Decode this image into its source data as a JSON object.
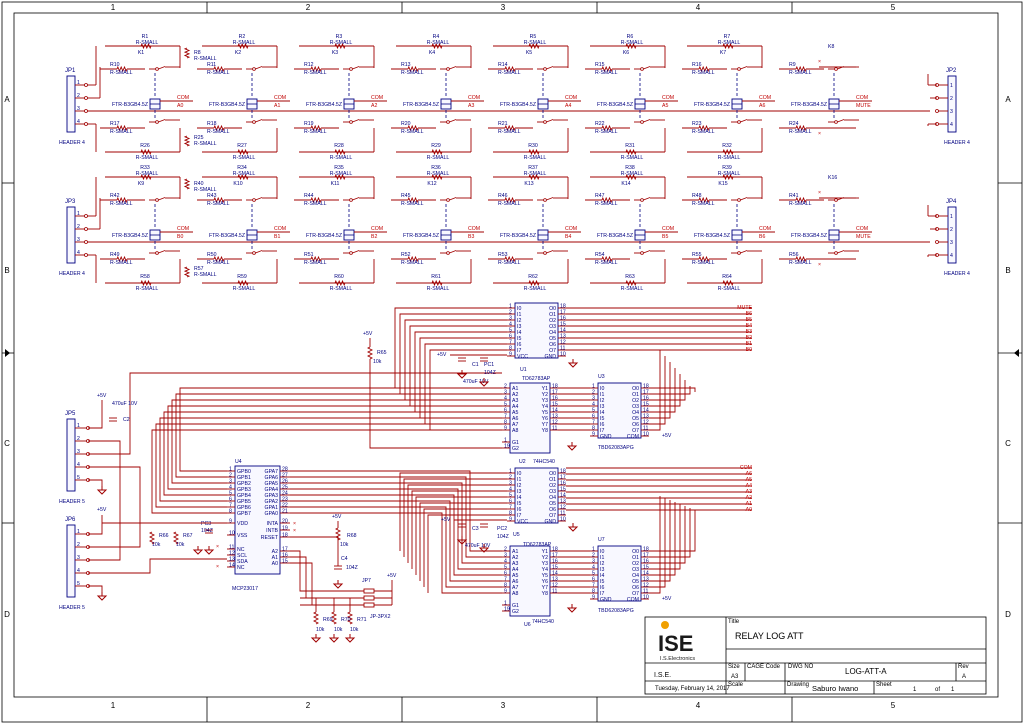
{
  "frame": {
    "col_labels": [
      "1",
      "2",
      "3",
      "4",
      "5"
    ],
    "row_labels": [
      "A",
      "B",
      "C",
      "D"
    ]
  },
  "relay_banks": [
    {
      "left_header": {
        "ref": "JP1",
        "name": "HEADER 4",
        "pins": [
          "1",
          "2",
          "3",
          "4"
        ]
      },
      "right_header": {
        "ref": "JP2",
        "name": "HEADER 4",
        "pins": [
          "1",
          "2",
          "3",
          "4"
        ]
      },
      "relay_part": "FTR-B3GB4.5Z",
      "resistor_value": "R-SMALL",
      "com_label": "COM",
      "cells": [
        {
          "relay": "K1",
          "top": "R1",
          "r1": "R10",
          "r2": "R17",
          "bottom": "R26",
          "side_top": "R8",
          "side_bottom": "R25",
          "net": "A0"
        },
        {
          "relay": "K2",
          "top": "R2",
          "r1": "R11",
          "r2": "R18",
          "bottom": "R27",
          "side_top": "",
          "side_bottom": "",
          "net": "A1"
        },
        {
          "relay": "K3",
          "top": "R3",
          "r1": "R12",
          "r2": "R19",
          "bottom": "R28",
          "side_top": "",
          "side_bottom": "",
          "net": "A2"
        },
        {
          "relay": "K4",
          "top": "R4",
          "r1": "R13",
          "r2": "R20",
          "bottom": "R29",
          "side_top": "",
          "side_bottom": "",
          "net": "A3"
        },
        {
          "relay": "K5",
          "top": "R5",
          "r1": "R14",
          "r2": "R21",
          "bottom": "R30",
          "side_top": "",
          "side_bottom": "",
          "net": "A4"
        },
        {
          "relay": "K6",
          "top": "R6",
          "r1": "R15",
          "r2": "R22",
          "bottom": "R31",
          "side_top": "",
          "side_bottom": "",
          "net": "A5"
        },
        {
          "relay": "K7",
          "top": "R7",
          "r1": "R16",
          "r2": "R23",
          "bottom": "R32",
          "side_top": "",
          "side_bottom": "",
          "net": "A6"
        },
        {
          "relay": "K8",
          "top": "",
          "r1": "R9",
          "r2": "R24",
          "bottom": "",
          "side_top": "",
          "side_bottom": "",
          "net": "MUTE"
        }
      ]
    },
    {
      "left_header": {
        "ref": "JP3",
        "name": "HEADER 4",
        "pins": [
          "1",
          "2",
          "3",
          "4"
        ]
      },
      "right_header": {
        "ref": "JP4",
        "name": "HEADER 4",
        "pins": [
          "1",
          "2",
          "3",
          "4"
        ]
      },
      "relay_part": "FTR-B3GB4.5Z",
      "resistor_value": "R-SMALL",
      "com_label": "COM",
      "cells": [
        {
          "relay": "K9",
          "top": "R33",
          "r1": "R42",
          "r2": "R49",
          "bottom": "R58",
          "side_top": "R40",
          "side_bottom": "R57",
          "net": "B0"
        },
        {
          "relay": "K10",
          "top": "R34",
          "r1": "R43",
          "r2": "R50",
          "bottom": "R59",
          "side_top": "",
          "side_bottom": "",
          "net": "B1"
        },
        {
          "relay": "K11",
          "top": "R35",
          "r1": "R44",
          "r2": "R51",
          "bottom": "R60",
          "side_top": "",
          "side_bottom": "",
          "net": "B2"
        },
        {
          "relay": "K12",
          "top": "R36",
          "r1": "R45",
          "r2": "R52",
          "bottom": "R61",
          "side_top": "",
          "side_bottom": "",
          "net": "B3"
        },
        {
          "relay": "K13",
          "top": "R37",
          "r1": "R46",
          "r2": "R53",
          "bottom": "R62",
          "side_top": "",
          "side_bottom": "",
          "net": "B4"
        },
        {
          "relay": "K14",
          "top": "R38",
          "r1": "R47",
          "r2": "R54",
          "bottom": "R63",
          "side_top": "",
          "side_bottom": "",
          "net": "B5"
        },
        {
          "relay": "K15",
          "top": "R39",
          "r1": "R48",
          "r2": "R55",
          "bottom": "R64",
          "side_top": "",
          "side_bottom": "",
          "net": "B6"
        },
        {
          "relay": "K16",
          "top": "",
          "r1": "R41",
          "r2": "R56",
          "bottom": "",
          "side_top": "",
          "side_bottom": "",
          "net": "MUTE"
        }
      ]
    }
  ],
  "outputs_b": [
    "MUTE",
    "B6",
    "B5",
    "B4",
    "B3",
    "B2",
    "B1",
    "B0"
  ],
  "outputs_a": [
    "COM",
    "A6",
    "A5",
    "A4",
    "A3",
    "A2",
    "A1",
    "A0"
  ],
  "u1": {
    "ref": "U1",
    "part": "TD62783AP",
    "left_pins": [
      "I0",
      "I1",
      "I2",
      "I3",
      "I4",
      "I5",
      "I6",
      "I7",
      "VCC"
    ],
    "right_pins": [
      "O0",
      "O1",
      "O2",
      "O3",
      "O4",
      "O5",
      "O6",
      "O7",
      "GND"
    ],
    "left_nums": [
      "1",
      "2",
      "3",
      "4",
      "5",
      "6",
      "7",
      "8",
      "9"
    ],
    "right_nums": [
      "18",
      "17",
      "16",
      "15",
      "14",
      "13",
      "12",
      "11",
      "10"
    ]
  },
  "u5": {
    "ref": "U5",
    "part": "TD62783AP",
    "left_pins": [
      "I0",
      "I1",
      "I2",
      "I3",
      "I4",
      "I5",
      "I6",
      "I7",
      "VCC"
    ],
    "right_pins": [
      "O0",
      "O1",
      "O2",
      "O3",
      "O4",
      "O5",
      "O6",
      "O7",
      "GND"
    ],
    "left_nums": [
      "1",
      "2",
      "3",
      "4",
      "5",
      "6",
      "7",
      "8",
      "9"
    ],
    "right_nums": [
      "18",
      "17",
      "16",
      "15",
      "14",
      "13",
      "12",
      "11",
      "10"
    ]
  },
  "u2": {
    "ref": "U2",
    "part": "74HC540",
    "left_pins": [
      "A1",
      "A2",
      "A3",
      "A4",
      "A5",
      "A6",
      "A7",
      "A8",
      "",
      "G1",
      "G2"
    ],
    "right_pins": [
      "Y1",
      "Y2",
      "Y3",
      "Y4",
      "Y5",
      "Y6",
      "Y7",
      "Y8"
    ],
    "left_nums": [
      "2",
      "3",
      "4",
      "5",
      "6",
      "7",
      "8",
      "9",
      "",
      "1",
      "19"
    ],
    "right_nums": [
      "18",
      "17",
      "16",
      "15",
      "14",
      "13",
      "12",
      "11"
    ]
  },
  "u6": {
    "ref": "U6",
    "part": "74HC540",
    "left_pins": [
      "A1",
      "A2",
      "A3",
      "A4",
      "A5",
      "A6",
      "A7",
      "A8",
      "",
      "G1",
      "G2"
    ],
    "right_pins": [
      "Y1",
      "Y2",
      "Y3",
      "Y4",
      "Y5",
      "Y6",
      "Y7",
      "Y8"
    ],
    "left_nums": [
      "2",
      "3",
      "4",
      "5",
      "6",
      "7",
      "8",
      "9",
      "",
      "1",
      "19"
    ],
    "right_nums": [
      "18",
      "17",
      "16",
      "15",
      "14",
      "13",
      "12",
      "11"
    ]
  },
  "u3": {
    "ref": "U3",
    "part": "TBD62083APG",
    "left_pins": [
      "I0",
      "I1",
      "I2",
      "I3",
      "I4",
      "I5",
      "I6",
      "I7",
      "GND"
    ],
    "right_pins": [
      "O0",
      "O1",
      "O2",
      "O3",
      "O4",
      "O5",
      "O6",
      "O7",
      "COM"
    ],
    "left_nums": [
      "1",
      "2",
      "3",
      "4",
      "5",
      "6",
      "7",
      "8",
      "9"
    ],
    "right_nums": [
      "18",
      "17",
      "16",
      "15",
      "14",
      "13",
      "12",
      "11",
      "10"
    ]
  },
  "u7": {
    "ref": "U7",
    "part": "TBD62083APG",
    "left_pins": [
      "I0",
      "I1",
      "I2",
      "I3",
      "I4",
      "I5",
      "I6",
      "I7",
      "GND"
    ],
    "right_pins": [
      "O0",
      "O1",
      "O2",
      "O3",
      "O4",
      "O5",
      "O6",
      "O7",
      "COM"
    ],
    "left_nums": [
      "1",
      "2",
      "3",
      "4",
      "5",
      "6",
      "7",
      "8",
      "9"
    ],
    "right_nums": [
      "18",
      "17",
      "16",
      "15",
      "14",
      "13",
      "12",
      "11",
      "10"
    ]
  },
  "u4": {
    "ref": "U4",
    "part": "MCP23017",
    "gpb": [
      "GPB0",
      "GPB1",
      "GPB2",
      "GPB3",
      "GPB4",
      "GPB5",
      "GPB6",
      "GPB7"
    ],
    "gpb_nums": [
      "1",
      "2",
      "3",
      "4",
      "5",
      "6",
      "7",
      "8"
    ],
    "gpa": [
      "GPA7",
      "GPA6",
      "GPA5",
      "GPA4",
      "GPA3",
      "GPA2",
      "GPA1",
      "GPA0"
    ],
    "gpa_nums": [
      "28",
      "27",
      "26",
      "25",
      "24",
      "23",
      "22",
      "21"
    ],
    "left_ctrl": [
      "VDD",
      "VSS",
      "NC",
      "SCL",
      "SDA",
      "NC"
    ],
    "left_ctrl_nums": [
      "9",
      "10",
      "11",
      "12",
      "13",
      "14"
    ],
    "right_ctrl": [
      "INTA",
      "INTB",
      "RESET",
      "A2",
      "A1",
      "A0"
    ],
    "right_ctrl_nums": [
      "20",
      "19",
      "18",
      "17",
      "16",
      "15"
    ]
  },
  "jp5": {
    "ref": "JP5",
    "name": "HEADER 5",
    "pins": [
      "1",
      "2",
      "3",
      "4",
      "5"
    ]
  },
  "jp6": {
    "ref": "JP6",
    "name": "HEADER 5",
    "pins": [
      "1",
      "2",
      "3",
      "4",
      "5"
    ]
  },
  "jp7": {
    "ref": "JP7",
    "name": "JP-3PX2"
  },
  "passives": {
    "r65": "R65",
    "r65v": "10k",
    "p5v": "+5V",
    "c1": "C1",
    "c1v": "470uF 10V",
    "pc1": "PC1",
    "pc1v": "104Z",
    "c2": "C2",
    "c2v": "470uF 10V",
    "c3": "C3",
    "c3v": "470uF 10V",
    "pc2": "PC2",
    "pc2v": "104Z",
    "pc3": "PC3",
    "pc3v": "104Z",
    "r66": "R66",
    "r66v": "10k",
    "r67": "R67",
    "r67v": "10k",
    "r68": "R68",
    "r68v": "10k",
    "c4": "C4",
    "c4v": "104Z",
    "r69": "R69",
    "r69v": "10k",
    "r70": "R70",
    "r70v": "10k",
    "r71": "R71",
    "r71v": "10k"
  },
  "title_block": {
    "title_label": "Title",
    "title": "RELAY LOG ATT",
    "company": "I.S.E.",
    "logo_text": "ISE",
    "logo_sub": "I.S.Electronics",
    "size_label": "Size",
    "size": "A3",
    "cage_label": "CAGE Code",
    "cage": "",
    "dwg_label": "DWG NO",
    "dwg": "LOG-ATT-A",
    "rev_label": "Rev",
    "rev": "A",
    "date": "Tuesday, February 14, 2017",
    "scale_label": "Scale",
    "drawing_label": "Drawing",
    "drawing": "Saburo Iwano",
    "sheet_label": "Sheet",
    "sheet": "1",
    "of_label": "of",
    "sheets": "1"
  }
}
